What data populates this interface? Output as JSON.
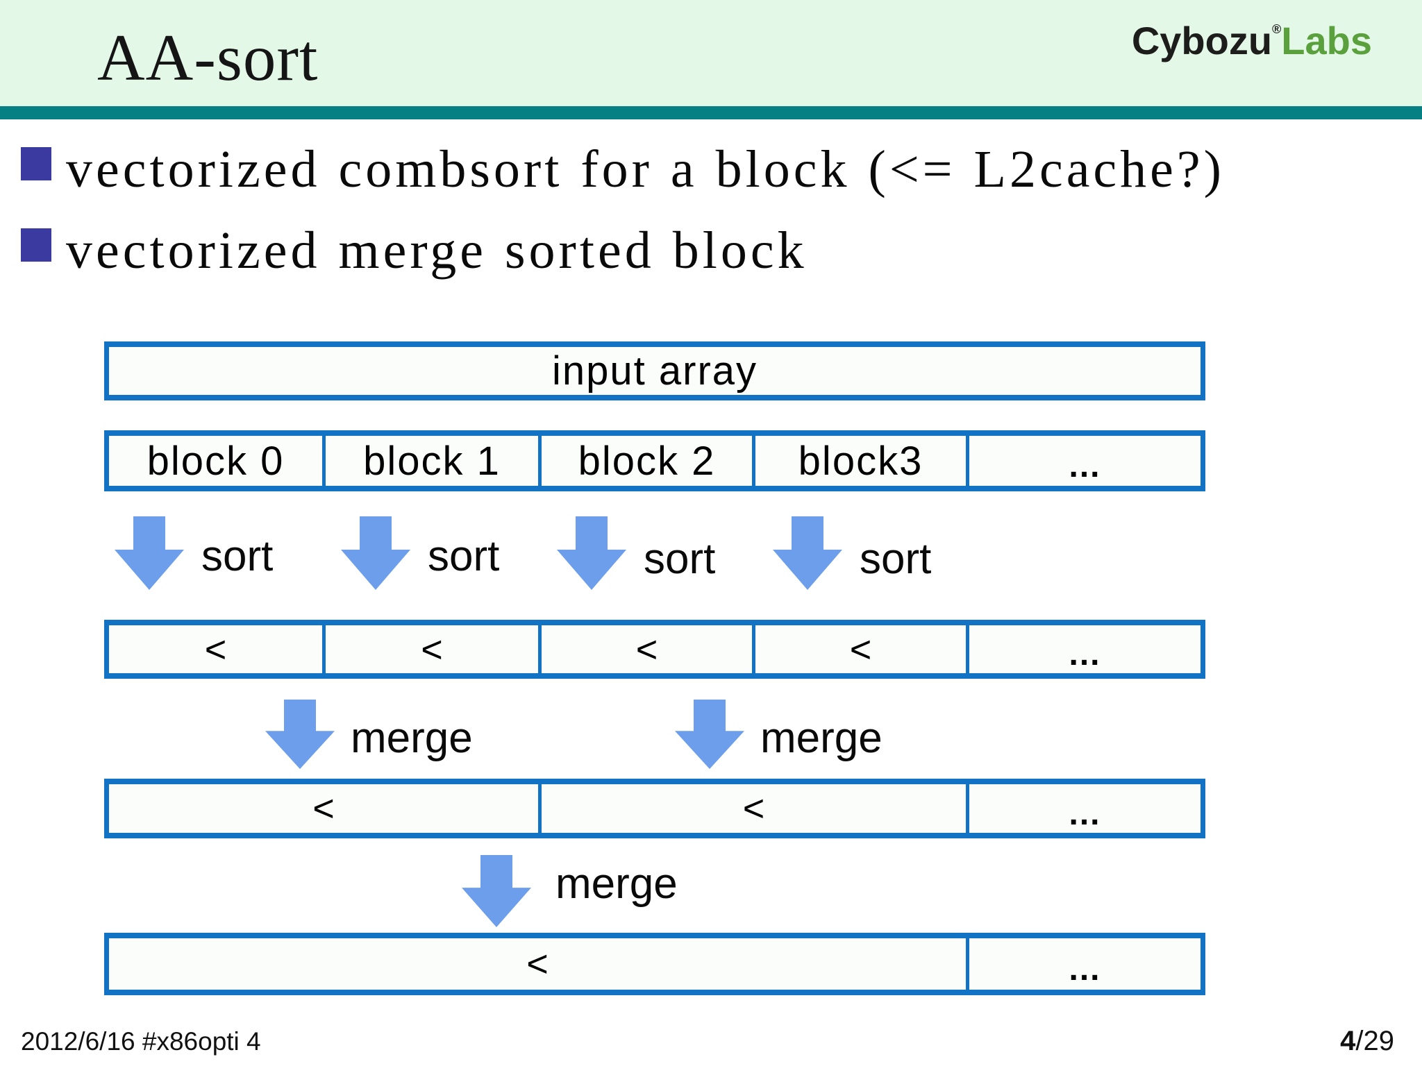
{
  "slide": {
    "title": "AA-sort",
    "logo": {
      "name": "Cybozu",
      "mark": "®",
      "suffix": "Labs"
    },
    "bullets": [
      "vectorized combsort for a block (<= L2cache?)",
      "vectorized merge sorted block"
    ],
    "footer": {
      "left": "2012/6/16 #x86opti 4",
      "page_current": "4",
      "page_rest": "/29"
    }
  },
  "diagram": {
    "rows": [
      {
        "name": "input-array",
        "cells": [
          "input array"
        ]
      },
      {
        "name": "blocks",
        "cells": [
          "block 0",
          "block 1",
          "block 2",
          "block3",
          "..."
        ]
      },
      {
        "name": "sorted-blocks",
        "cells": [
          "<",
          "<",
          "<",
          "<",
          "..."
        ]
      },
      {
        "name": "merged-pairs",
        "cells": [
          "<",
          "<",
          "..."
        ]
      },
      {
        "name": "merged-all",
        "cells": [
          "<",
          "..."
        ]
      }
    ],
    "sort_labels": [
      "sort",
      "sort",
      "sort",
      "sort"
    ],
    "merge_labels": [
      "merge",
      "merge",
      "merge"
    ]
  },
  "colors": {
    "header-bg": "#e4f8e8",
    "rule-teal": "#068083",
    "bullet-indigo": "#3a3aa0",
    "border-blue": "#1272c4",
    "cell-bg": "#fbfdfb",
    "arrow-blue": "#6d9eeb",
    "logo-black": "#1d1d1b",
    "logo-green": "#5aa03c",
    "text": "#111111"
  }
}
